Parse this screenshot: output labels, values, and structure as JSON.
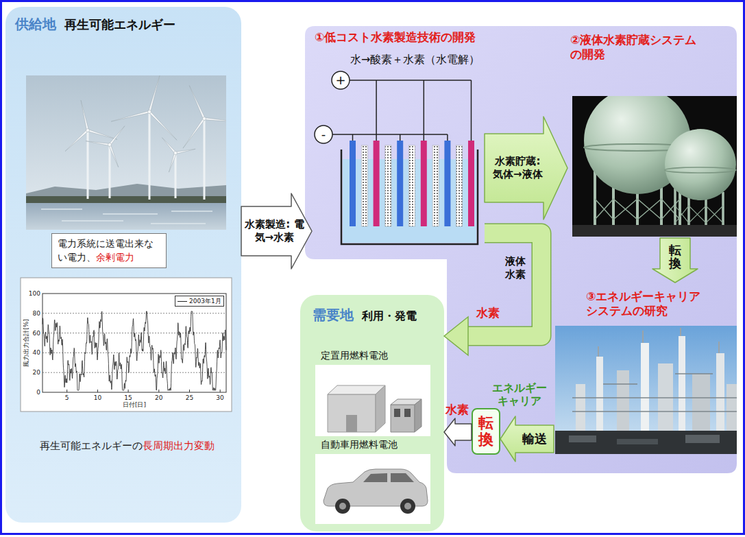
{
  "diagram": {
    "nodes": [
      {
        "text": [
          "供給地",
          "再生可能エネルギー"
        ]
      },
      {
        "text": [
          "電力系統に送電出来な い電力、",
          "余剰電力"
        ],
        "in": 0
      },
      {
        "text": [
          "①低コスト水素製造技術の開発",
          "水→酸素＋水素（水電解）"
        ]
      },
      {
        "text": [
          "②液体水素貯蔵システム の開発"
        ]
      },
      {
        "text": [
          "③エネルギーキャリア システムの研究"
        ]
      },
      {
        "text": [
          "需要地",
          "利用・発電"
        ]
      },
      {
        "text": [
          "転換"
        ]
      }
    ],
    "edges": [
      {
        "from": 0,
        "to": 2,
        "label": "水素製造: 電気→水素",
        "arrow": "to"
      },
      {
        "from": 2,
        "to": 3,
        "label": "水素貯蔵: 気体→液体",
        "arrow": "to"
      },
      {
        "from": 3,
        "to": 4,
        "label": "転換",
        "arrow": "to"
      },
      {
        "from": 2,
        "to": 5,
        "label": "液体 水素",
        "arrow": "to"
      },
      {
        "from": 4,
        "to": 6,
        "label": "輸送",
        "arrow": "to"
      },
      {
        "from": 6,
        "to": 5,
        "arrow": "to"
      }
    ],
    "labels": [
      "再生可能エネルギーの",
      "長周期出力変動",
      "100",
      "80",
      "60",
      "40",
      "20",
      "0",
      "5",
      "10",
      "15",
      "20",
      "25",
      "30",
      "日付[日]",
      "風力出力合計[%]",
      "+",
      "-",
      "水素",
      "エネルギー キャリア",
      "水素",
      "定置用燃料電池",
      "自動車用燃料電池"
    ],
    "legend": [
      {
        "text": "2003年1月"
      }
    ]
  }
}
